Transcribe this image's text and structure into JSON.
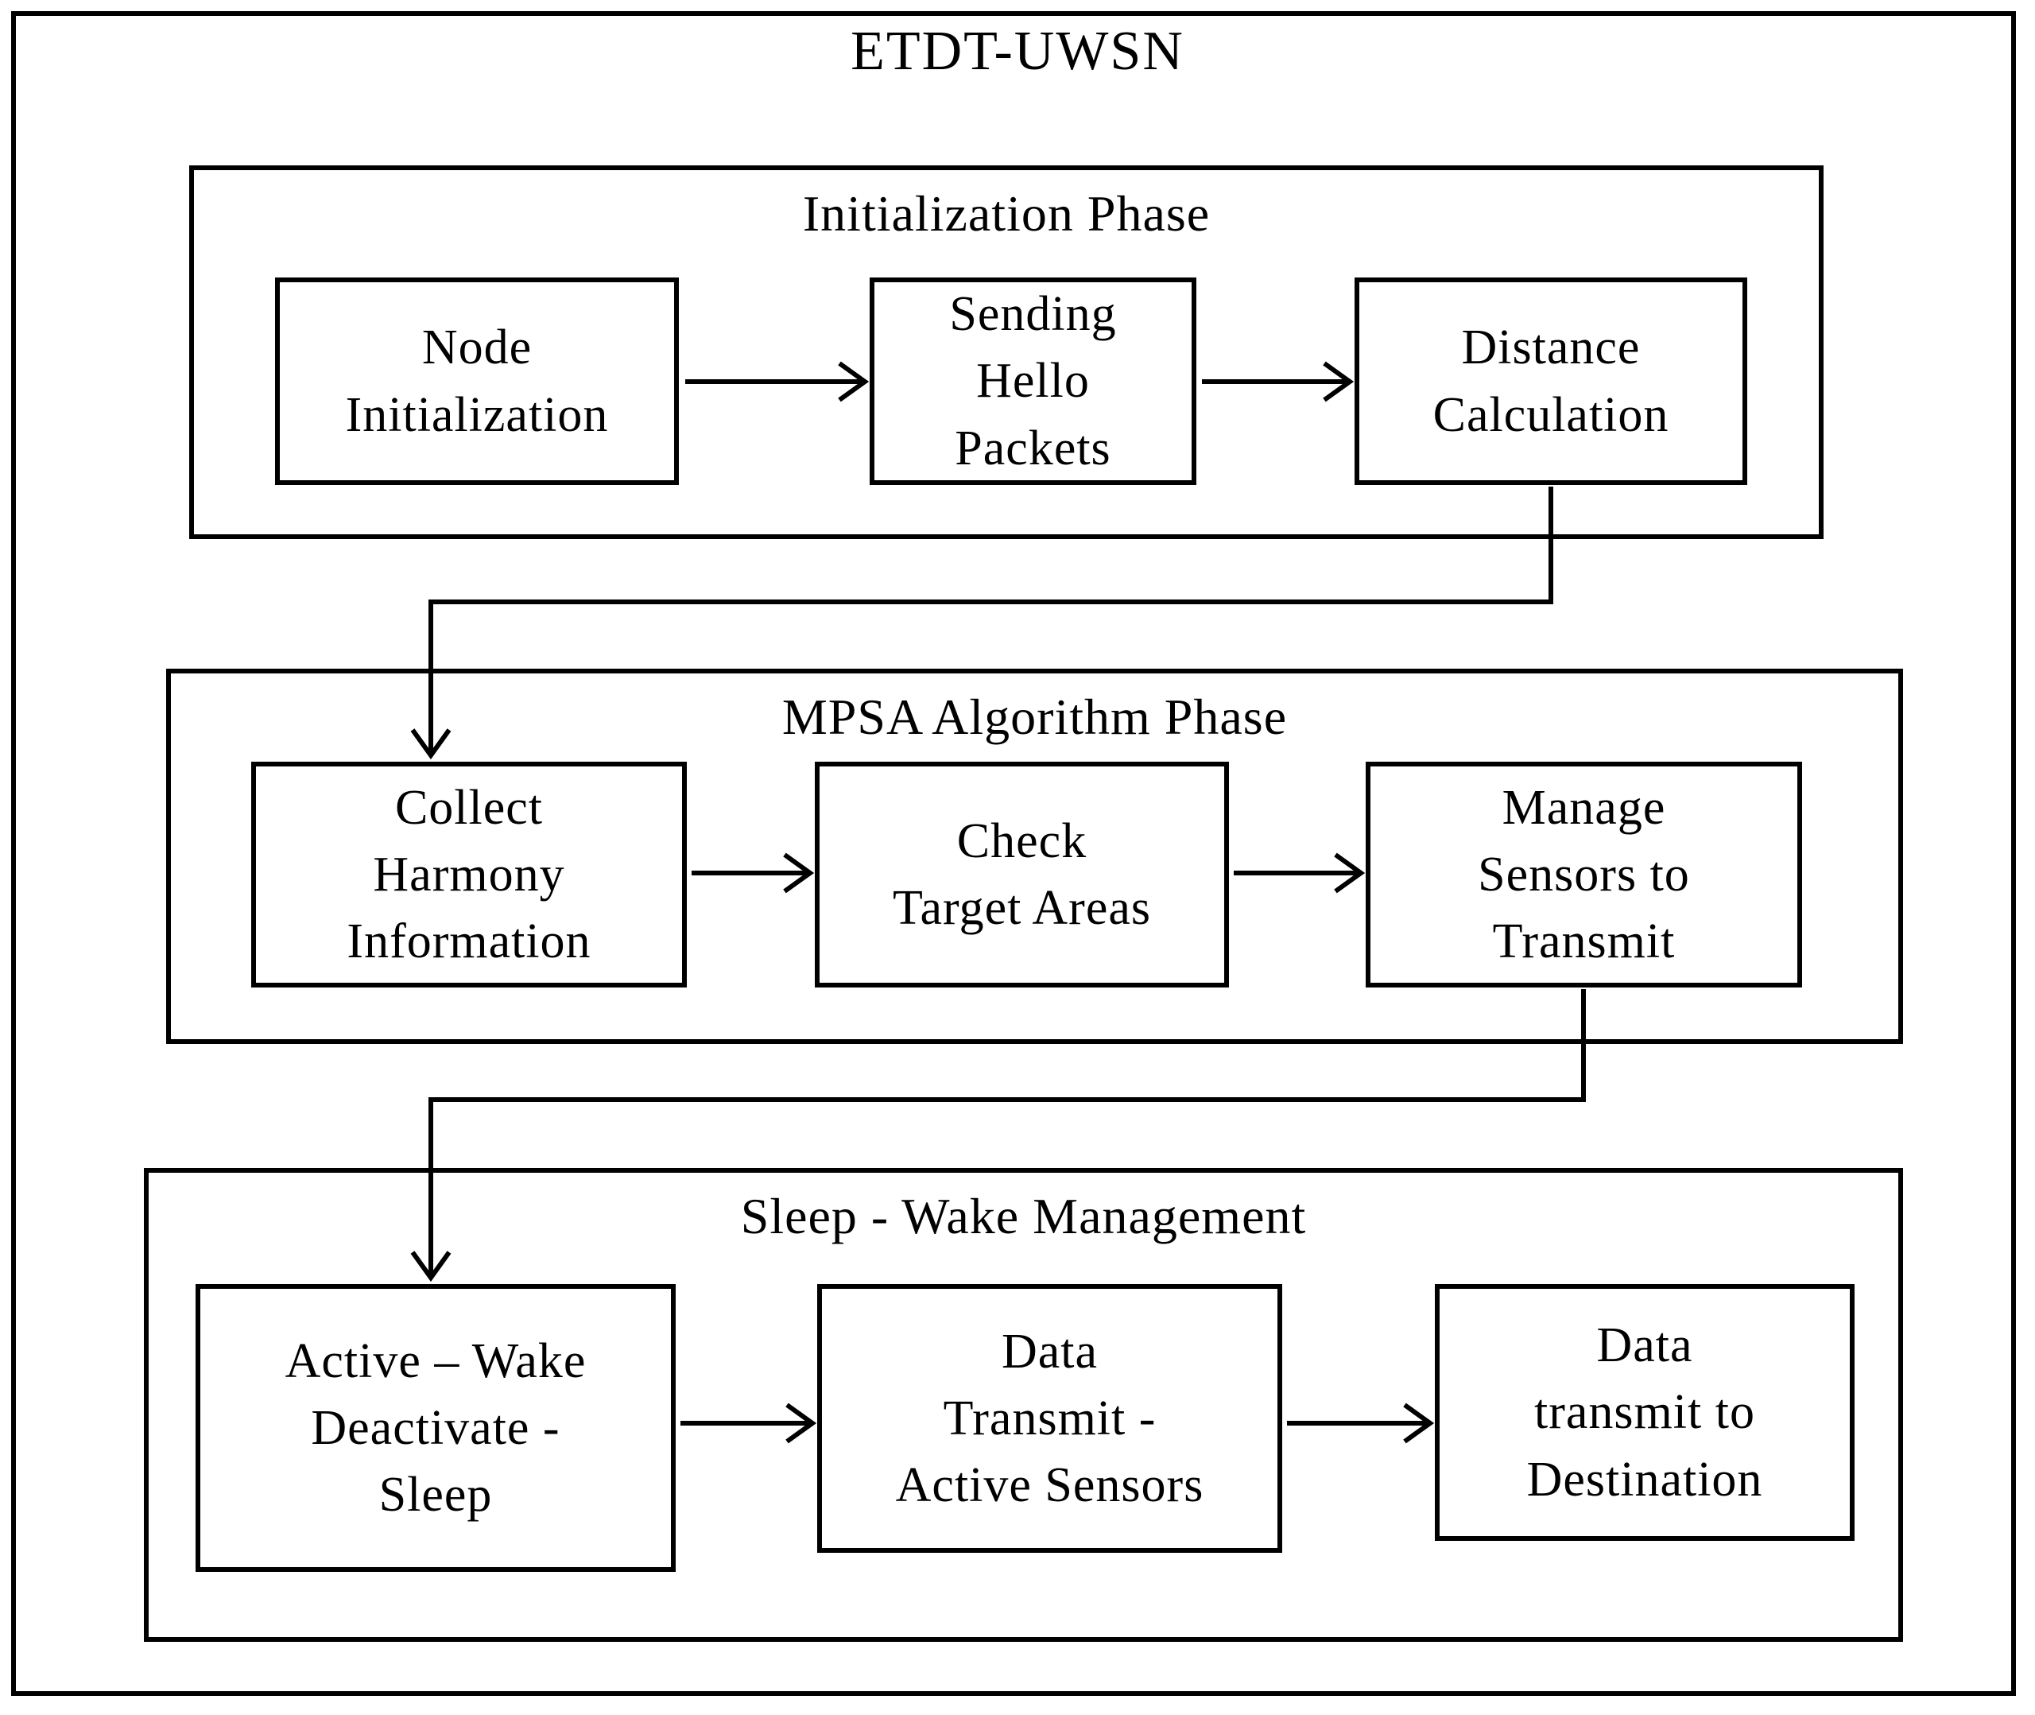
{
  "title": "ETDT-UWSN",
  "colors": {
    "ink": "#000000",
    "background": "#ffffff"
  },
  "phases": [
    {
      "label": "Initialization Phase",
      "boxes": [
        {
          "label": "Node\nInitialization"
        },
        {
          "label": "Sending\nHello\nPackets"
        },
        {
          "label": "Distance\nCalculation"
        }
      ]
    },
    {
      "label": "MPSA Algorithm Phase",
      "boxes": [
        {
          "label": "Collect\nHarmony\nInformation"
        },
        {
          "label": "Check\nTarget Areas"
        },
        {
          "label": "Manage\nSensors to\nTransmit"
        }
      ]
    },
    {
      "label": "Sleep - Wake Management",
      "boxes": [
        {
          "label": "Active – Wake\nDeactivate -\nSleep"
        },
        {
          "label": "Data\nTransmit -\nActive Sensors"
        },
        {
          "label": "Data\ntransmit to\nDestination"
        }
      ]
    }
  ]
}
